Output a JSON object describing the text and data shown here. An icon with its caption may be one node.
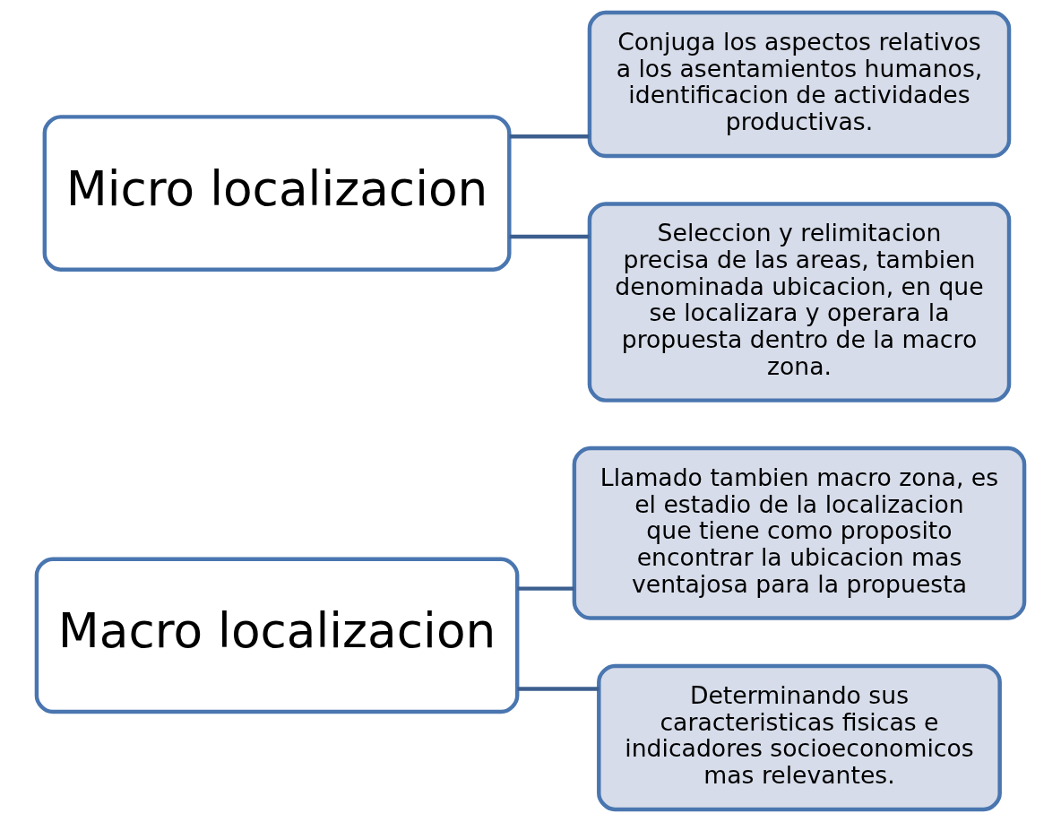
{
  "diagram": {
    "nodes": [
      {
        "text": [
          "Macro localizacion"
        ]
      },
      {
        "text": [
          "Llamado tambien macro zona, es el estadio de la localizacion que tiene como proposito encontrar la ubicacion mas ventajosa para la propuesta"
        ]
      },
      {
        "text": [
          "Determinando sus caracteristicas fisicas e indicadores socioeconomicos mas relevantes."
        ]
      },
      {
        "text": [
          "Micro localizacion"
        ]
      },
      {
        "text": [
          "Conjuga los aspectos relativos a los asentamientos humanos, identificacion de actividades productivas."
        ]
      },
      {
        "text": [
          "Seleccion y relimitacion precisa de las areas, tambien denominada ubicacion, en que se localizara y operara la propuesta dentro de la macro zona."
        ]
      }
    ],
    "edges": [
      {
        "from": 0,
        "to": 1,
        "arrow": "none"
      },
      {
        "from": 0,
        "to": 2,
        "arrow": "none"
      },
      {
        "from": 3,
        "to": 4,
        "arrow": "none"
      },
      {
        "from": 3,
        "to": 5,
        "arrow": "none"
      }
    ]
  }
}
